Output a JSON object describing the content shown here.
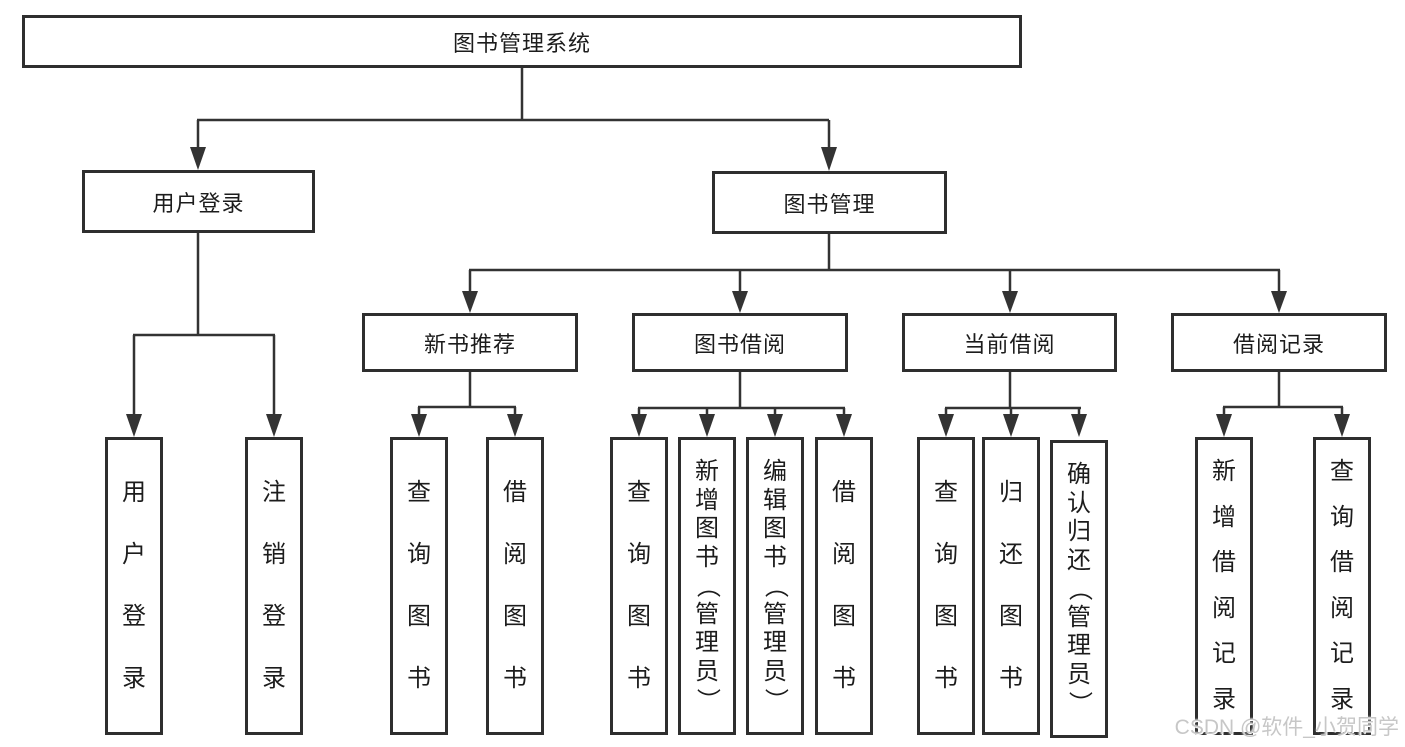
{
  "diagram": {
    "title": "图书管理系统",
    "tree": {
      "label": "图书管理系统",
      "children": [
        {
          "label": "用户登录",
          "children": [
            {
              "label": "用户登录"
            },
            {
              "label": "注销登录"
            }
          ]
        },
        {
          "label": "图书管理",
          "children": [
            {
              "label": "新书推荐",
              "children": [
                {
                  "label": "查询图书"
                },
                {
                  "label": "借阅图书"
                }
              ]
            },
            {
              "label": "图书借阅",
              "children": [
                {
                  "label": "查询图书"
                },
                {
                  "label": "新增图书（管理员）"
                },
                {
                  "label": "编辑图书（管理员）"
                },
                {
                  "label": "借阅图书"
                }
              ]
            },
            {
              "label": "当前借阅",
              "children": [
                {
                  "label": "查询图书"
                },
                {
                  "label": "归还图书"
                },
                {
                  "label": "确认归还（管理员）"
                }
              ]
            },
            {
              "label": "借阅记录",
              "children": [
                {
                  "label": "新增借阅记录"
                },
                {
                  "label": "查询借阅记录"
                }
              ]
            }
          ]
        }
      ]
    },
    "colors": {
      "line": "#333333",
      "border": "#2e2e2e",
      "text": "#1c1c1c",
      "background": "#ffffff",
      "watermark": "#c7c7c7"
    }
  },
  "watermark": {
    "text": "CSDN @软件_小贺同学"
  }
}
